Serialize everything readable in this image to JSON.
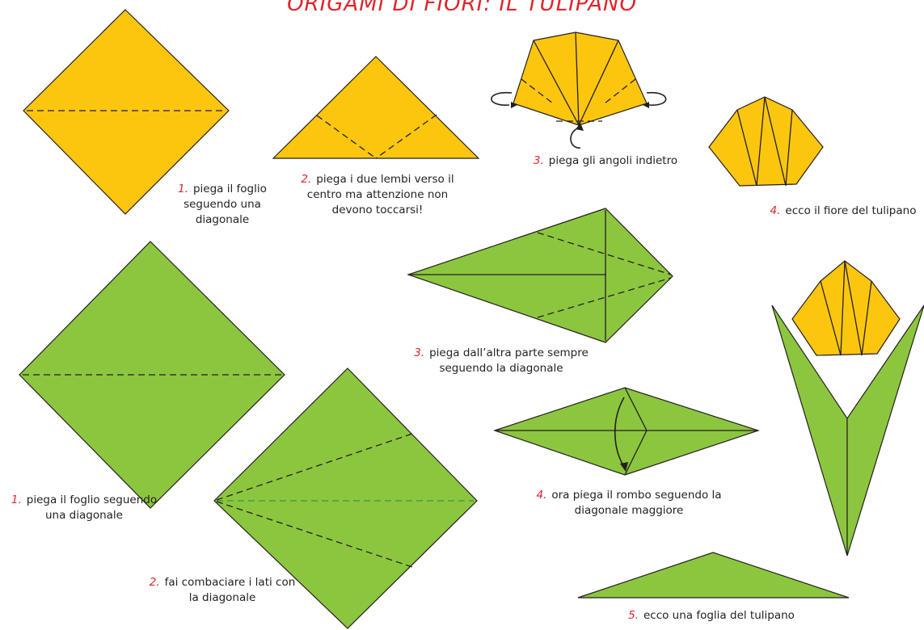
{
  "title": "ORIGAMI DI FIORI: IL TULIPANO",
  "colors": {
    "flower": "#fcc60f",
    "leaf": "#8cc63f",
    "step_number": "#e0242b",
    "outline": "#231f20"
  },
  "flower_steps": [
    {
      "num": "1.",
      "text": "piega il foglio seguendo una diagonale"
    },
    {
      "num": "2.",
      "text": "piega i due lembi verso il centro ma attenzione non devono toccarsi!"
    },
    {
      "num": "3.",
      "text": "piega gli angoli indietro"
    },
    {
      "num": "4.",
      "text": "ecco il fiore del tulipano"
    }
  ],
  "leaf_steps": [
    {
      "num": "1.",
      "text": "piega il foglio seguendo una diagonale"
    },
    {
      "num": "2.",
      "text": "fai combaciare i lati con la diagonale"
    },
    {
      "num": "3.",
      "text": "piega dall’altra parte sempre seguendo la diagonale"
    },
    {
      "num": "4.",
      "text": "ora piega il rombo seguendo la diagonale maggiore"
    },
    {
      "num": "5.",
      "text": "ecco una foglia del tulipano"
    }
  ]
}
